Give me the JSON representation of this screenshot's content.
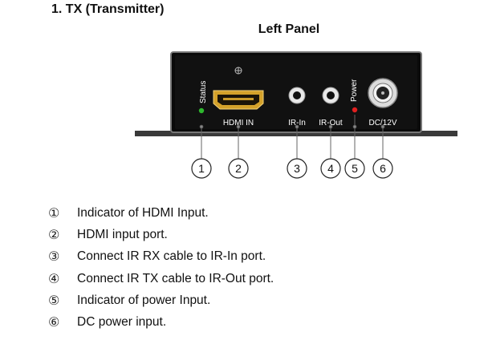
{
  "section_title": "1. TX (Transmitter)",
  "panel_title": "Left Panel",
  "panel_labels": {
    "status": "Status",
    "hdmi": "HDMI IN",
    "ir_in": "IR-In",
    "ir_out": "IR-Out",
    "power": "Power",
    "dc": "DC/12V"
  },
  "callouts": [
    "1",
    "2",
    "3",
    "4",
    "5",
    "6"
  ],
  "legend": [
    {
      "num": "①",
      "text": "Indicator of HDMI Input."
    },
    {
      "num": "②",
      "text": "HDMI input port."
    },
    {
      "num": "③",
      "text": "Connect IR RX cable to IR-In port."
    },
    {
      "num": "④",
      "text": "Connect IR TX cable to IR-Out port."
    },
    {
      "num": "⑤",
      "text": "Indicator of power Input."
    },
    {
      "num": "⑥",
      "text": "DC power input."
    }
  ],
  "colors": {
    "panel": "#0a0a0a",
    "status_led": "#2eb82e",
    "power_led": "#e02020",
    "hdmi_port": "#d4a12a"
  }
}
